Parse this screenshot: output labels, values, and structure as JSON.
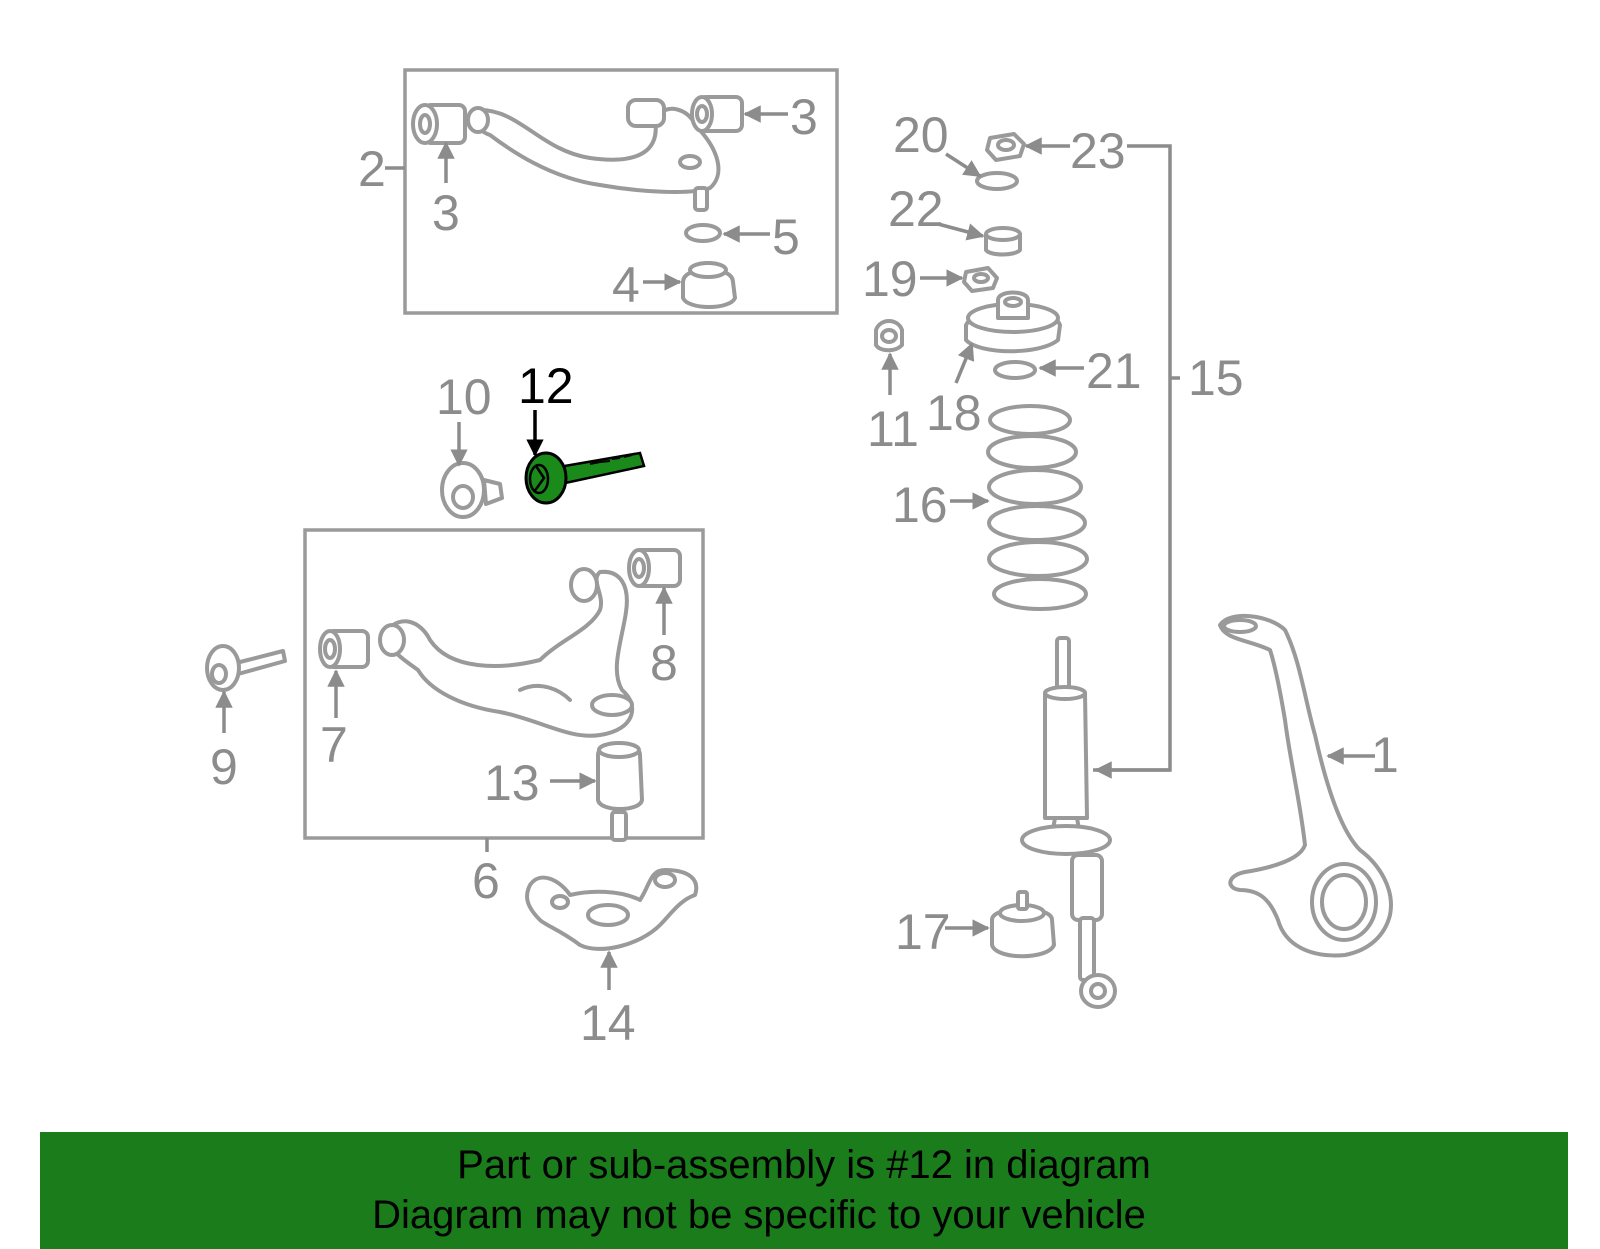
{
  "diagram": {
    "callouts": {
      "c1": "1",
      "c2": "2",
      "c3a": "3",
      "c3b": "3",
      "c4": "4",
      "c5": "5",
      "c6": "6",
      "c7": "7",
      "c8": "8",
      "c9": "9",
      "c10": "10",
      "c11": "11",
      "c12": "12",
      "c13": "13",
      "c14": "14",
      "c15": "15",
      "c16": "16",
      "c17": "17",
      "c18": "18",
      "c19": "19",
      "c20": "20",
      "c21": "21",
      "c22": "22",
      "c23": "23"
    },
    "highlighted_part": "12",
    "colors": {
      "highlight": "#1a8a1a",
      "parts": "#9a9a9a",
      "labels": "#8c8c8c"
    }
  },
  "banner": {
    "line1": "Part or sub-assembly is #12 in diagram",
    "line2": "Diagram may not be specific to your vehicle",
    "background": "#1a7c1a"
  }
}
